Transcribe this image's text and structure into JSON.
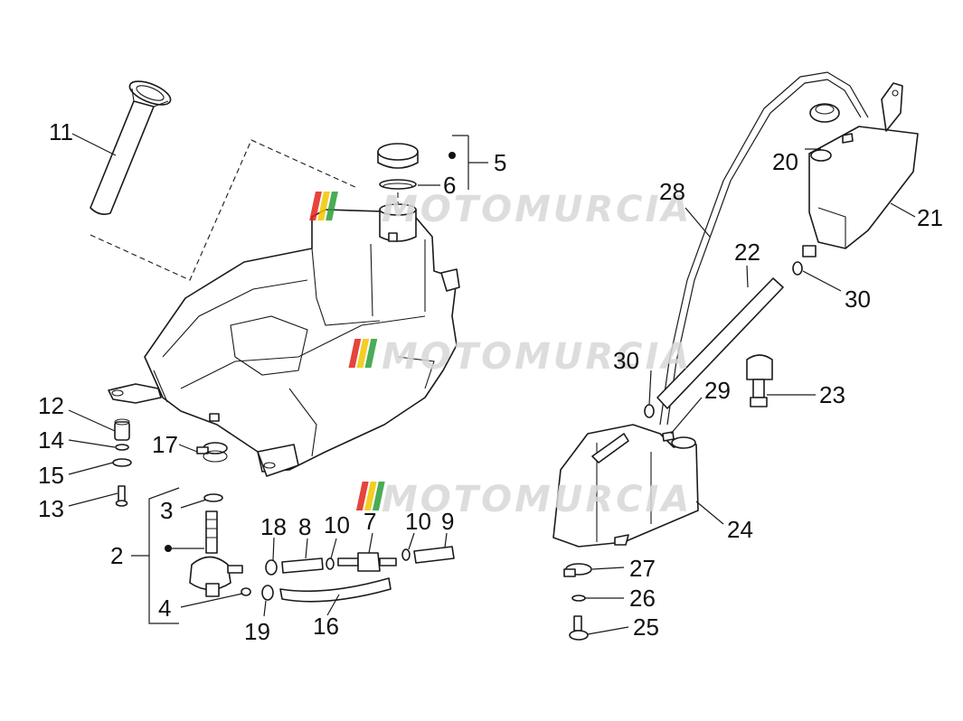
{
  "watermark": {
    "text": "MOTOMURCIA",
    "colors": {
      "red": "#e2231a",
      "yellow": "#f2c500",
      "green": "#2a9d3a"
    }
  },
  "callouts": {
    "c2": "2",
    "c3": "3",
    "c4": "4",
    "c5": "5",
    "c6": "6",
    "c7": "7",
    "c8": "8",
    "c9": "9",
    "c10a": "10",
    "c10b": "10",
    "c11": "11",
    "c12": "12",
    "c13": "13",
    "c14": "14",
    "c15": "15",
    "c16": "16",
    "c17": "17",
    "c18": "18",
    "c19": "19",
    "c20": "20",
    "c21": "21",
    "c22": "22",
    "c23": "23",
    "c24": "24",
    "c25": "25",
    "c26": "26",
    "c27": "27",
    "c28": "28",
    "c29": "29",
    "c30a": "30",
    "c30b": "30"
  }
}
